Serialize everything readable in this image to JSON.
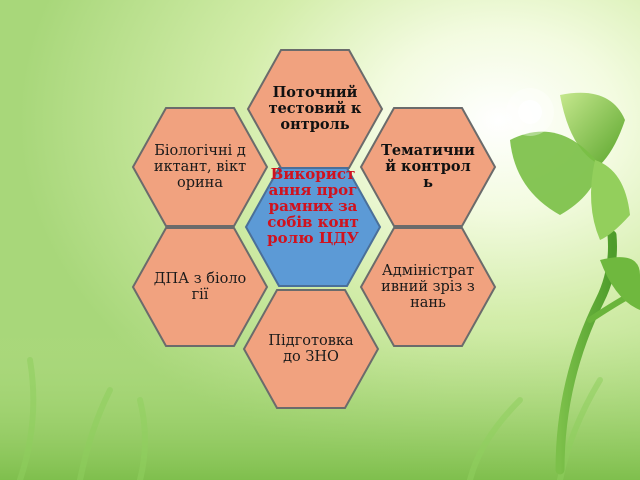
{
  "colors": {
    "hex_fill": "#f1a27f",
    "hex_stroke": "#6b6b6b",
    "center_fill": "#5c9ad6",
    "center_text": "#d0121e"
  },
  "diagram": {
    "center": "Використання програмних засобів контролю ЦДУ",
    "top": "Поточний тестовий контроль",
    "upper_left": "Біологічні диктант, вікторина",
    "upper_right": "Тематичний контроль",
    "lower_left": "ДПА з біології",
    "lower_right": "Адміністративний зріз знань",
    "bottom": "Підготовка до ЗНО"
  }
}
